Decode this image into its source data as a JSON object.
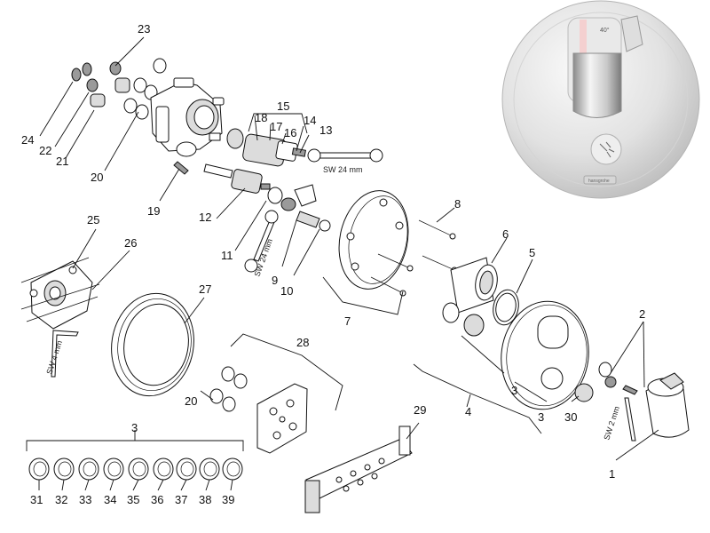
{
  "callouts": {
    "n1": "1",
    "n2": "2",
    "n3a": "3",
    "n3b": "3",
    "n3c": "3",
    "n4": "4",
    "n5": "5",
    "n6": "6",
    "n7": "7",
    "n8": "8",
    "n9": "9",
    "n10": "10",
    "n11": "11",
    "n12": "12",
    "n13": "13",
    "n14": "14",
    "n15": "15",
    "n16": "16",
    "n17": "17",
    "n18": "18",
    "n19": "19",
    "n20a": "20",
    "n20b": "20",
    "n21": "21",
    "n22": "22",
    "n23": "23",
    "n24": "24",
    "n25": "25",
    "n26": "26",
    "n27": "27",
    "n28": "28",
    "n29": "29",
    "n30": "30",
    "n31": "31",
    "n32": "32",
    "n33": "33",
    "n34": "34",
    "n35": "35",
    "n36": "36",
    "n37": "37",
    "n38": "38",
    "n39": "39"
  },
  "tool_labels": {
    "wrench_top": "SW 24 mm",
    "wrench_mid": "SW 24 mm",
    "allen_left": "SW 4 mm",
    "allen_right": "SW 2 mm"
  },
  "product_photo": {
    "brand": "hansgrohe",
    "temperature": "40°"
  }
}
